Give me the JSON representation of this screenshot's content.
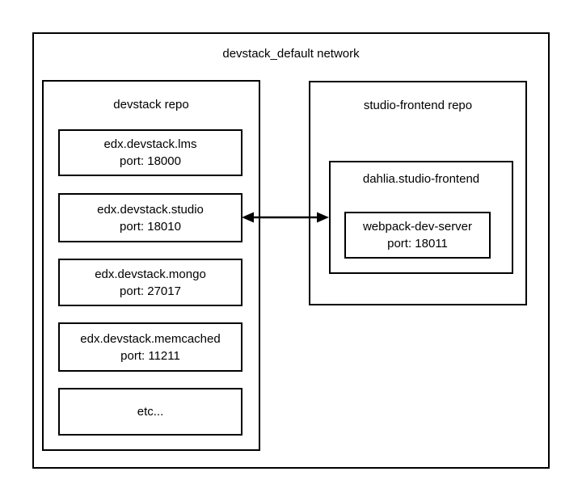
{
  "network": {
    "label": "devstack_default network"
  },
  "devstack_repo": {
    "label": "devstack repo",
    "containers": [
      {
        "name": "edx.devstack.lms",
        "port": "port: 18000"
      },
      {
        "name": "edx.devstack.studio",
        "port": "port: 18010"
      },
      {
        "name": "edx.devstack.mongo",
        "port": "port: 27017"
      },
      {
        "name": "edx.devstack.memcached",
        "port": "port: 11211"
      },
      {
        "name": "etc...",
        "port": ""
      }
    ]
  },
  "studio_frontend_repo": {
    "label": "studio-frontend repo",
    "dahlia": {
      "label": "dahlia.studio-frontend",
      "webpack": {
        "name": "webpack-dev-server",
        "port": "port: 18011"
      }
    }
  },
  "connection": {
    "type": "bidirectional-arrow",
    "from": "edx.devstack.studio",
    "to": "dahlia.studio-frontend"
  },
  "colors": {
    "line": "#000000",
    "background": "#ffffff"
  }
}
